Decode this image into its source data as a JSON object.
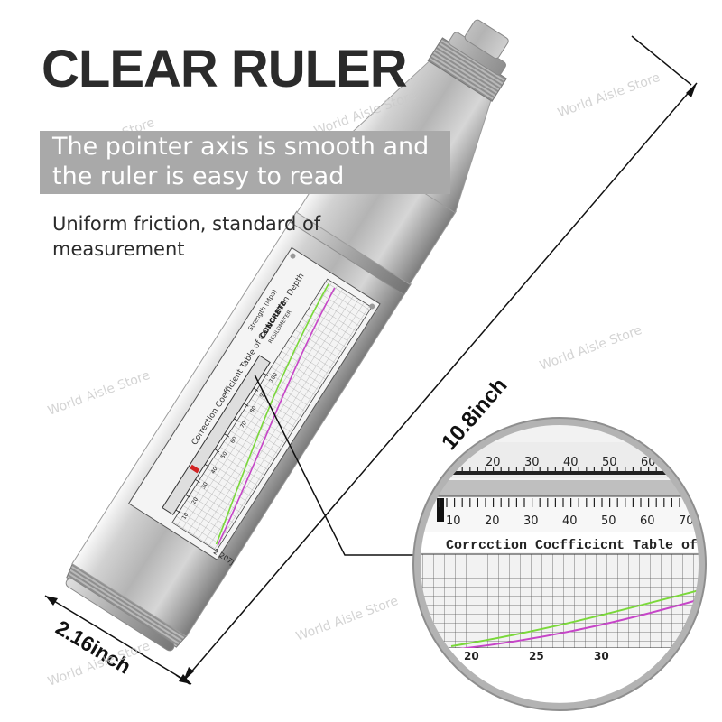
{
  "headline": "CLEAR RULER",
  "banner": {
    "line1": "The pointer axis is smooth and",
    "line2": "the ruler is easy to read"
  },
  "subtext": {
    "line1": "Uniform friction, standard of",
    "line2": "measurement"
  },
  "dimensions": {
    "length": "10.8inch",
    "diameter": "2.16inch"
  },
  "watermark": "World Aisle Store",
  "device": {
    "strength_title": "Strength (Mpa)",
    "brand_line1": "CONCRETE",
    "brand_line2": "RESILOMETER",
    "energy": "2.207J",
    "table_title": "Correction Coefficient Table of Carbonation Depth",
    "scale_labels": [
      "10",
      "20",
      "30",
      "40",
      "50",
      "60",
      "70",
      "80",
      "90",
      "100"
    ]
  },
  "magnifier": {
    "upper_scale": [
      "20",
      "30",
      "40",
      "50",
      "60"
    ],
    "lower_scale": [
      "10",
      "20",
      "30",
      "40",
      "50",
      "60",
      "70"
    ],
    "table_title": "Corrcction Cocfficicnt Table of Cabo",
    "bottom_scale": [
      "20",
      "25",
      "30"
    ]
  },
  "colors": {
    "headline": "#2b2b2b",
    "banner": "#a9a9a9",
    "curve_green": "#7ad83a",
    "curve_magenta": "#c645c8",
    "pointer_red": "#d22323"
  }
}
